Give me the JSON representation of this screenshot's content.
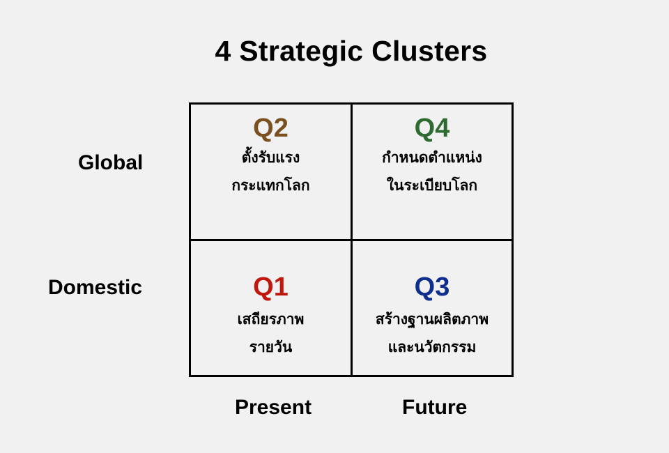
{
  "title": "4 Strategic Clusters",
  "axes": {
    "y_top": "Global",
    "y_bottom": "Domestic",
    "x_left": "Present",
    "x_right": "Future"
  },
  "quadrants": {
    "q2": {
      "label": "Q2",
      "color": "#7a5020",
      "lines": [
        "ตั้งรับแรง",
        "กระแทกโลก"
      ],
      "position": "Global / Present"
    },
    "q4": {
      "label": "Q4",
      "color": "#2e6b30",
      "lines": [
        "กำหนดตำแหน่ง",
        "ในระเบียบโลก"
      ],
      "position": "Global / Future"
    },
    "q1": {
      "label": "Q1",
      "color": "#c0180e",
      "lines": [
        "เสถียรภาพ",
        "รายวัน"
      ],
      "position": "Domestic / Present"
    },
    "q3": {
      "label": "Q3",
      "color": "#0f2f8f",
      "lines": [
        "สร้างฐานผลิตภาพ",
        "และนวัตกรรม"
      ],
      "position": "Domestic / Future"
    }
  },
  "colors": {
    "background": "#f1f1f1",
    "border": "#000000",
    "text": "#000000"
  }
}
